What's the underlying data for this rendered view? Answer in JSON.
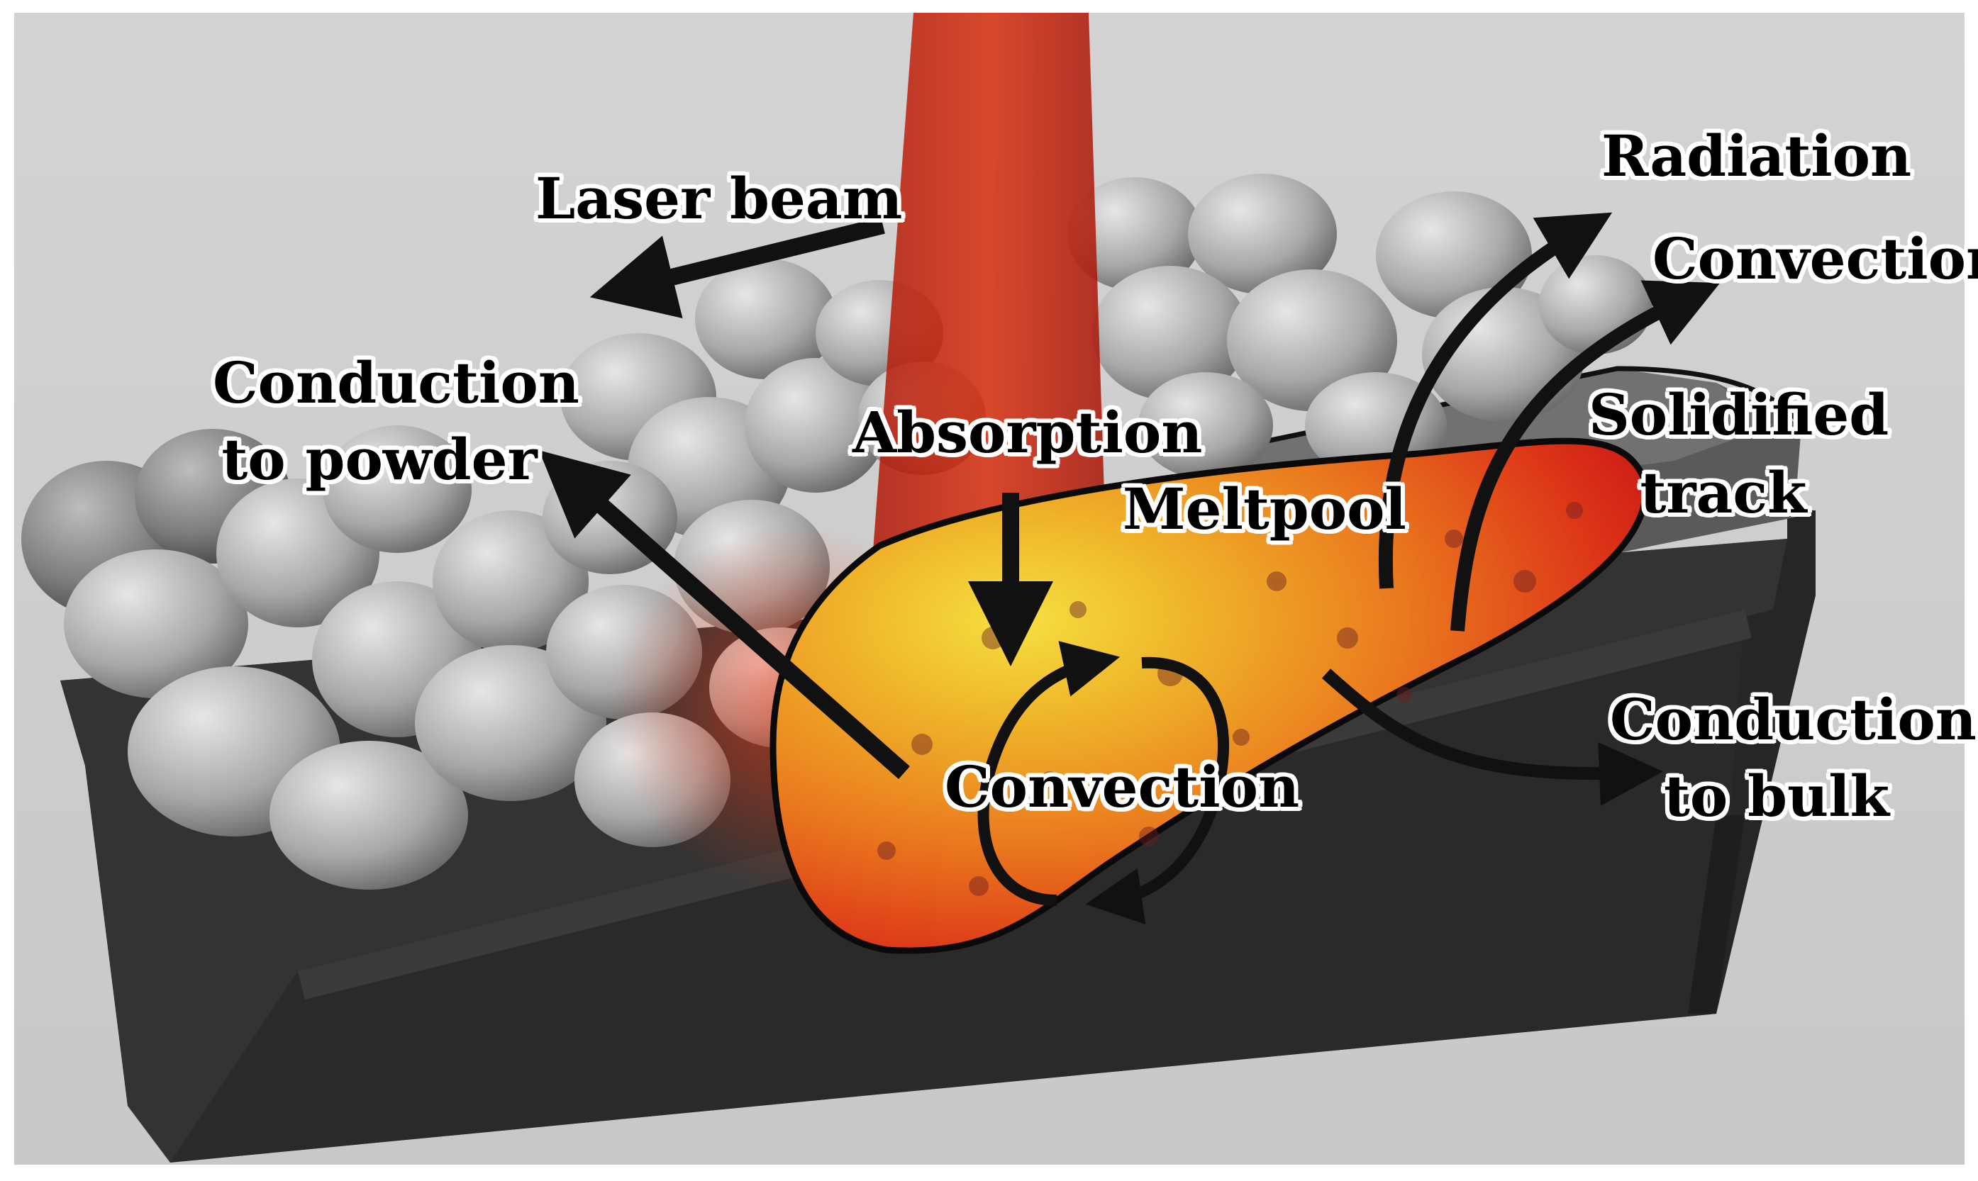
{
  "colors": {
    "background": "#cfcfcf",
    "substrate": "#2f2f2f",
    "powder": "#a9a9a9",
    "laser": "#c8200c",
    "meltpool_hot": "#f2d230",
    "meltpool_mid": "#f08a1c",
    "meltpool_edge": "#d8201a",
    "arrow": "#111111"
  },
  "labels": {
    "laser_beam": "Laser beam",
    "radiation": "Radiation",
    "convection_top": "Convection",
    "conduction_powder_1": "Conduction",
    "conduction_powder_2": "to powder",
    "absorption": "Absorption",
    "meltpool": "Meltpool",
    "solidified_1": "Solidified",
    "solidified_2": "track",
    "convection_center": "Convection",
    "conduction_bulk_1": "Conduction",
    "conduction_bulk_2": "to bulk"
  }
}
